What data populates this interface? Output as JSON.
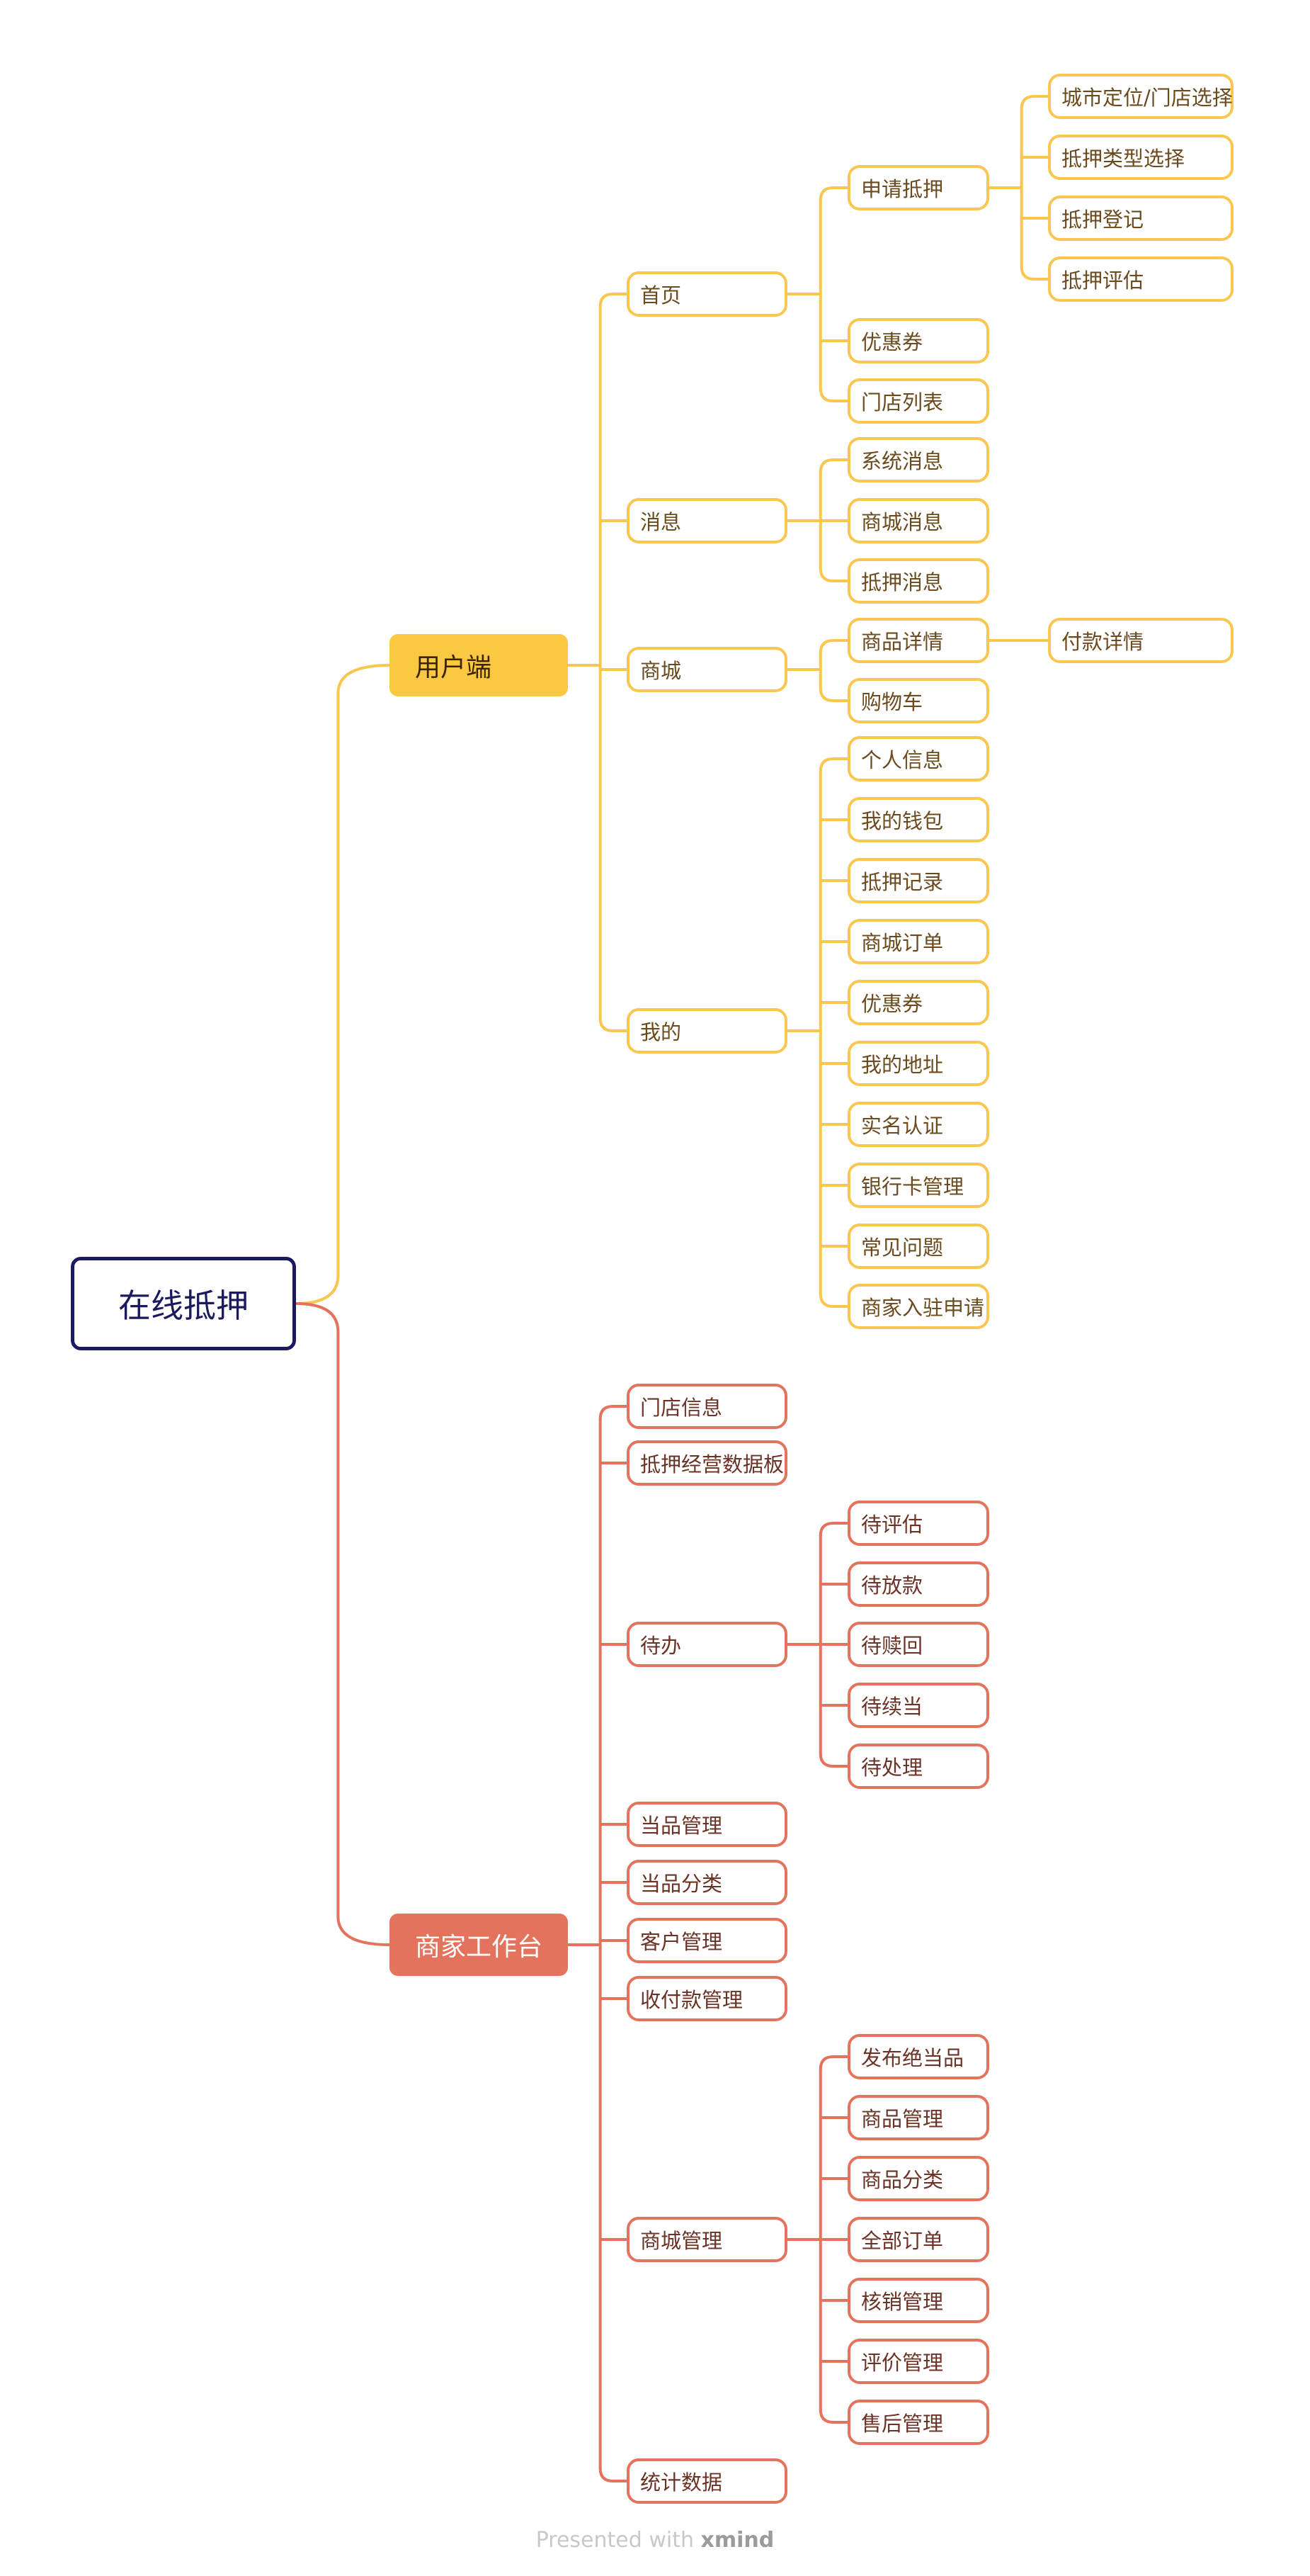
{
  "colors": {
    "user": "#f9c74f",
    "merchant": "#e4735d",
    "root": "#1c1a5e"
  },
  "root": {
    "label": "在线抵押"
  },
  "branches": [
    {
      "id": "user",
      "label": "用户端",
      "color": "yellow",
      "children": [
        {
          "label": "首页",
          "children": [
            {
              "label": "申请抵押",
              "children": [
                {
                  "label": "城市定位/门店选择"
                },
                {
                  "label": "抵押类型选择"
                },
                {
                  "label": "抵押登记"
                },
                {
                  "label": "抵押评估"
                }
              ]
            },
            {
              "label": "优惠券"
            },
            {
              "label": "门店列表"
            }
          ]
        },
        {
          "label": "消息",
          "children": [
            {
              "label": "系统消息"
            },
            {
              "label": "商城消息"
            },
            {
              "label": "抵押消息"
            }
          ]
        },
        {
          "label": "商城",
          "children": [
            {
              "label": "商品详情",
              "children": [
                {
                  "label": "付款详情"
                }
              ]
            },
            {
              "label": "购物车"
            }
          ]
        },
        {
          "label": "我的",
          "children": [
            {
              "label": "个人信息"
            },
            {
              "label": "我的钱包"
            },
            {
              "label": "抵押记录"
            },
            {
              "label": "商城订单"
            },
            {
              "label": "优惠券"
            },
            {
              "label": "我的地址"
            },
            {
              "label": "实名认证"
            },
            {
              "label": "银行卡管理"
            },
            {
              "label": "常见问题"
            },
            {
              "label": "商家入驻申请"
            }
          ]
        }
      ]
    },
    {
      "id": "merchant",
      "label": "商家工作台",
      "color": "red",
      "children": [
        {
          "label": "门店信息"
        },
        {
          "label": "抵押经营数据板"
        },
        {
          "label": "待办",
          "children": [
            {
              "label": "待评估"
            },
            {
              "label": "待放款"
            },
            {
              "label": "待赎回"
            },
            {
              "label": "待续当"
            },
            {
              "label": "待处理"
            }
          ]
        },
        {
          "label": "当品管理"
        },
        {
          "label": "当品分类"
        },
        {
          "label": "客户管理"
        },
        {
          "label": "收付款管理"
        },
        {
          "label": "商城管理",
          "children": [
            {
              "label": "发布绝当品"
            },
            {
              "label": "商品管理"
            },
            {
              "label": "商品分类"
            },
            {
              "label": "全部订单"
            },
            {
              "label": "核销管理"
            },
            {
              "label": "评价管理"
            },
            {
              "label": "售后管理"
            }
          ]
        },
        {
          "label": "统计数据"
        }
      ]
    }
  ],
  "footer": {
    "prefix": "Presented with",
    "brand": "xmind"
  }
}
